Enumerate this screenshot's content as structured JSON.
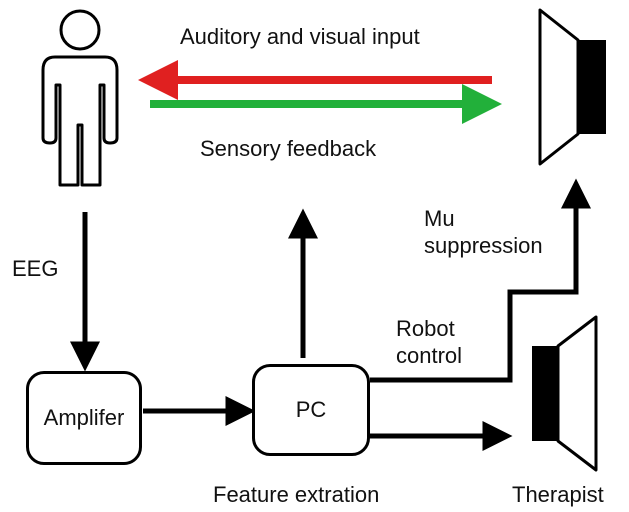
{
  "labels": {
    "top_input": "Auditory and visual  input",
    "sensory": "Sensory  feedback",
    "eeg": "EEG",
    "mu_line1": "Mu",
    "mu_line2": "suppression",
    "robot_line1": "Robot",
    "robot_line2": "control",
    "feature": "Feature extration",
    "therapist": "Therapist"
  },
  "nodes": {
    "amplifier": "Amplifer",
    "pc": "PC"
  },
  "colors": {
    "input_arrow": "#e02020",
    "feedback_arrow": "#22b03a",
    "stroke": "#000000"
  },
  "icons": {
    "person": "person-outline-icon",
    "robot_screen": "monitor-icon",
    "therapist_screen": "monitor-icon"
  }
}
